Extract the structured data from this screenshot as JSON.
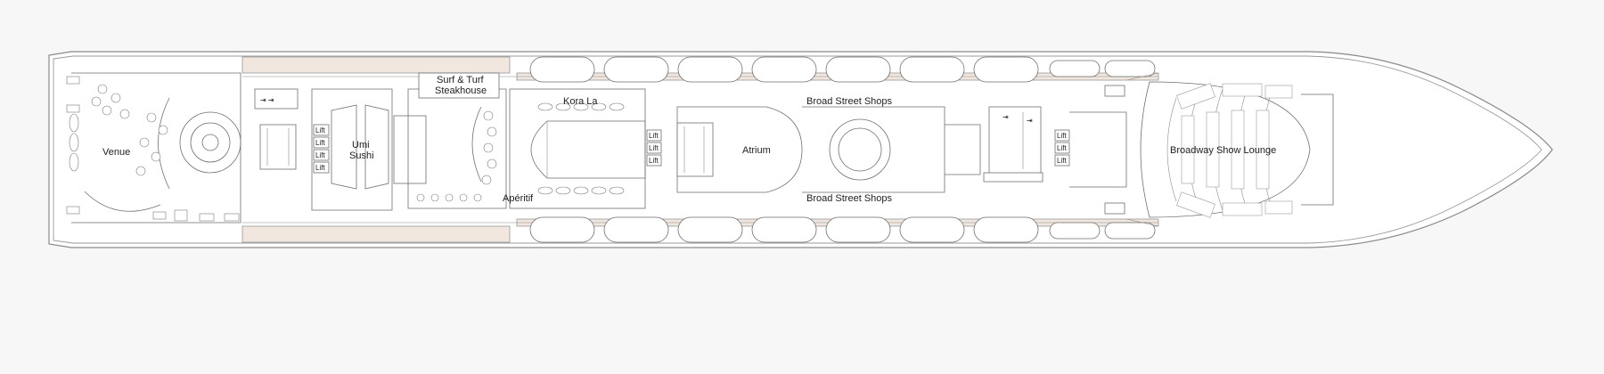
{
  "venues": {
    "venue": "Venue",
    "umi_sushi_line1": "Umi",
    "umi_sushi_line2": "Sushi",
    "surf_turf_line1": "Surf & Turf",
    "surf_turf_line2": "Steakhouse",
    "kora_la": "Kora La",
    "aperitif": "Apéritif",
    "atrium": "Atrium",
    "broad_street_shops_top": "Broad Street Shops",
    "broad_street_shops_bottom": "Broad Street Shops",
    "broadway_show_lounge": "Broadway Show Lounge"
  },
  "lift_label": "Lift",
  "colors": {
    "promenade": "#f1e7df",
    "hull_stroke": "#8a8a8a",
    "background": "#f7f7f7"
  }
}
